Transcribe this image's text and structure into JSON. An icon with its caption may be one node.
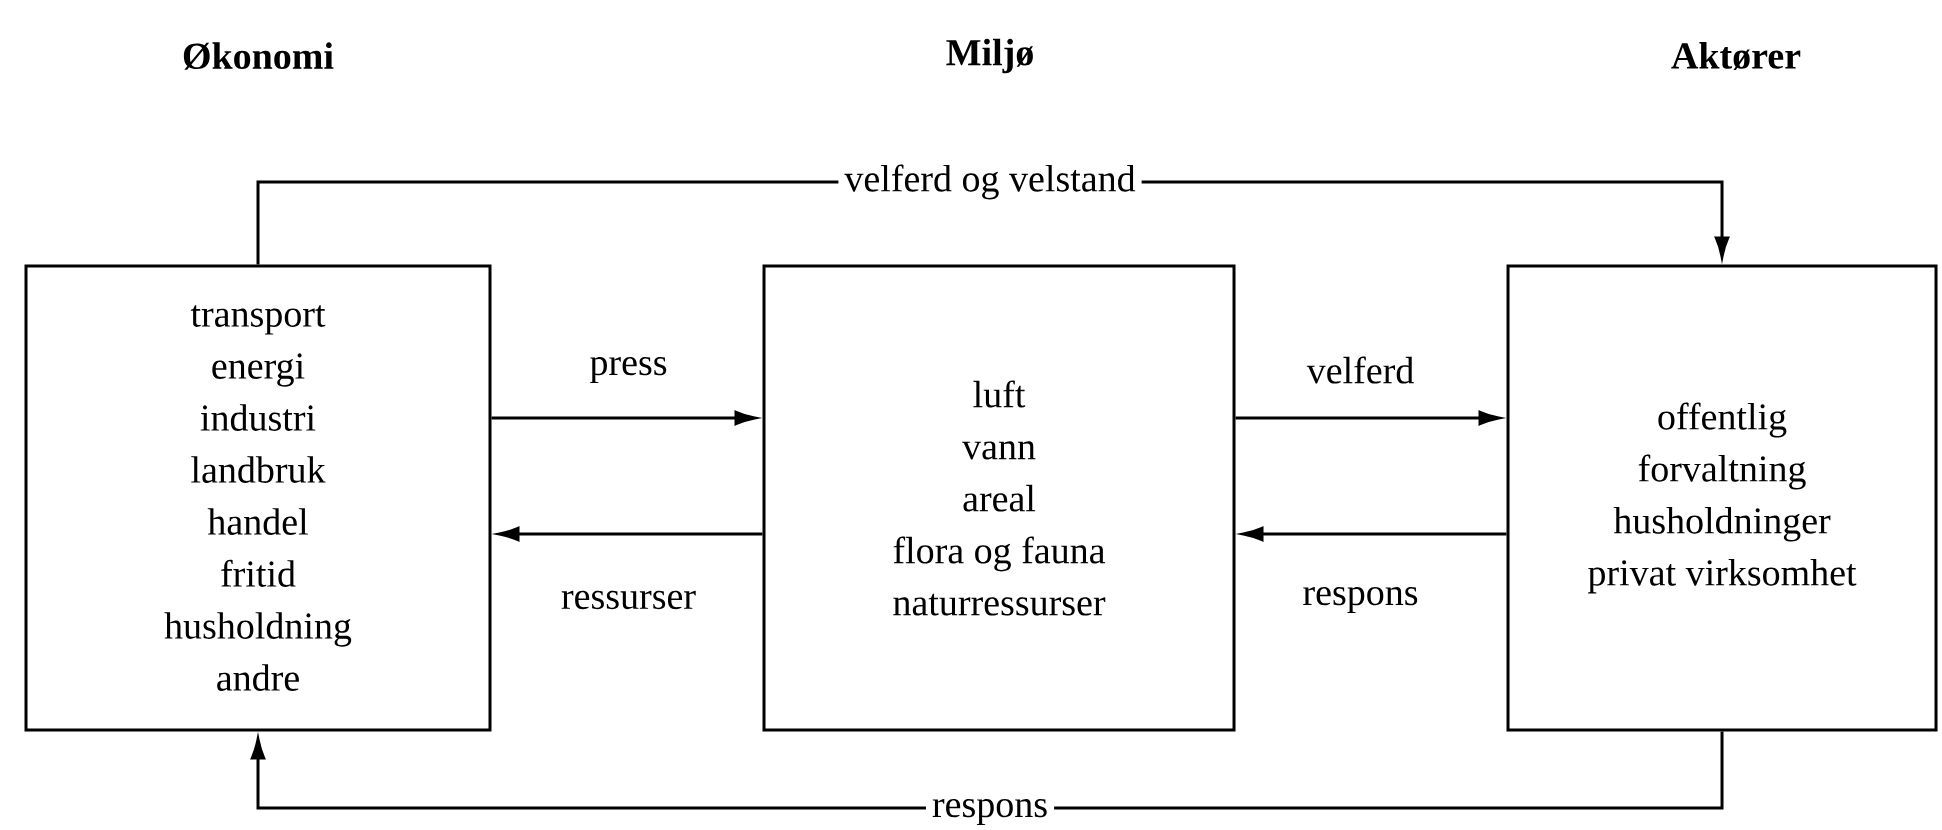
{
  "diagram": {
    "nodes": [
      {
        "text": [
          "transport",
          "energi",
          "industri",
          "landbruk",
          "handel",
          "fritid",
          "husholdning",
          "andre"
        ]
      },
      {
        "text": [
          "luft",
          "vann",
          "areal",
          "flora og fauna",
          "naturressurser"
        ]
      },
      {
        "text": [
          "offentlig",
          "forvaltning",
          "husholdninger",
          "privat virksomhet"
        ]
      }
    ],
    "edges": [
      {
        "from": 0,
        "to": 2,
        "arrow": "to",
        "label": "velferd og velstand"
      },
      {
        "from": 0,
        "to": 1,
        "arrow": "to",
        "label": "press"
      },
      {
        "from": 1,
        "to": 0,
        "arrow": "to",
        "label": "ressurser"
      },
      {
        "from": 1,
        "to": 2,
        "arrow": "to",
        "label": "velferd"
      },
      {
        "from": 2,
        "to": 1,
        "arrow": "to",
        "label": "respons"
      },
      {
        "from": 2,
        "to": 0,
        "arrow": "to",
        "label": "respons"
      }
    ],
    "labels": [
      "**Økonomi**",
      "**Miljø**",
      "**Aktører**"
    ]
  }
}
